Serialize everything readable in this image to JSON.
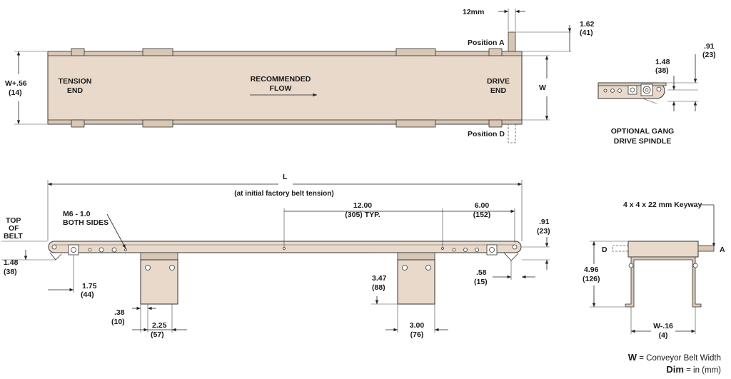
{
  "top_view": {
    "dim_12mm": "12mm",
    "position_a": "Position A",
    "position_d": "Position D",
    "dim_162": "1.62",
    "dim_162_mm": "(41)",
    "w_label": "W",
    "w_plus": "W+.56",
    "w_plus_mm": "(14)",
    "tension_end_1": "TENSION",
    "tension_end_2": "END",
    "flow_1": "RECOMMENDED",
    "flow_2": "FLOW",
    "drive_end_1": "DRIVE",
    "drive_end_2": "END"
  },
  "gang_spindle": {
    "dim_91": ".91",
    "dim_91_mm": "(23)",
    "dim_148": "1.48",
    "dim_148_mm": "(38)",
    "title_1": "OPTIONAL GANG",
    "title_2": "DRIVE SPINDLE"
  },
  "side_view": {
    "l_label": "L",
    "l_note": "(at initial factory belt tension)",
    "top_of_belt_1": "TOP",
    "top_of_belt_2": "OF",
    "top_of_belt_3": "BELT",
    "m6_1": "M6 - 1.0",
    "m6_2": "BOTH SIDES",
    "dim_1200": "12.00",
    "dim_1200_mm": "(305) TYP.",
    "dim_600": "6.00",
    "dim_600_mm": "(152)",
    "dim_91": ".91",
    "dim_91_mm": "(23)",
    "dim_148": "1.48",
    "dim_148_mm": "(38)",
    "dim_175": "1.75",
    "dim_175_mm": "(44)",
    "dim_347": "3.47",
    "dim_347_mm": "(88)",
    "dim_58": ".58",
    "dim_58_mm": "(15)",
    "dim_38": ".38",
    "dim_38_mm": "(10)",
    "dim_225": "2.25",
    "dim_225_mm": "(57)",
    "dim_300": "3.00",
    "dim_300_mm": "(76)"
  },
  "end_view": {
    "keyway": "4 x 4 x 22 mm Keyway",
    "d_label": "D",
    "a_label": "A",
    "dim_496": "4.96",
    "dim_496_mm": "(126)",
    "w_minus": "W-.16",
    "w_minus_mm": "(4)"
  },
  "legend": {
    "w_key": "W",
    "w_text": " = Conveyor Belt Width",
    "dim_key": "Dim",
    "dim_text": " = in (mm)"
  }
}
